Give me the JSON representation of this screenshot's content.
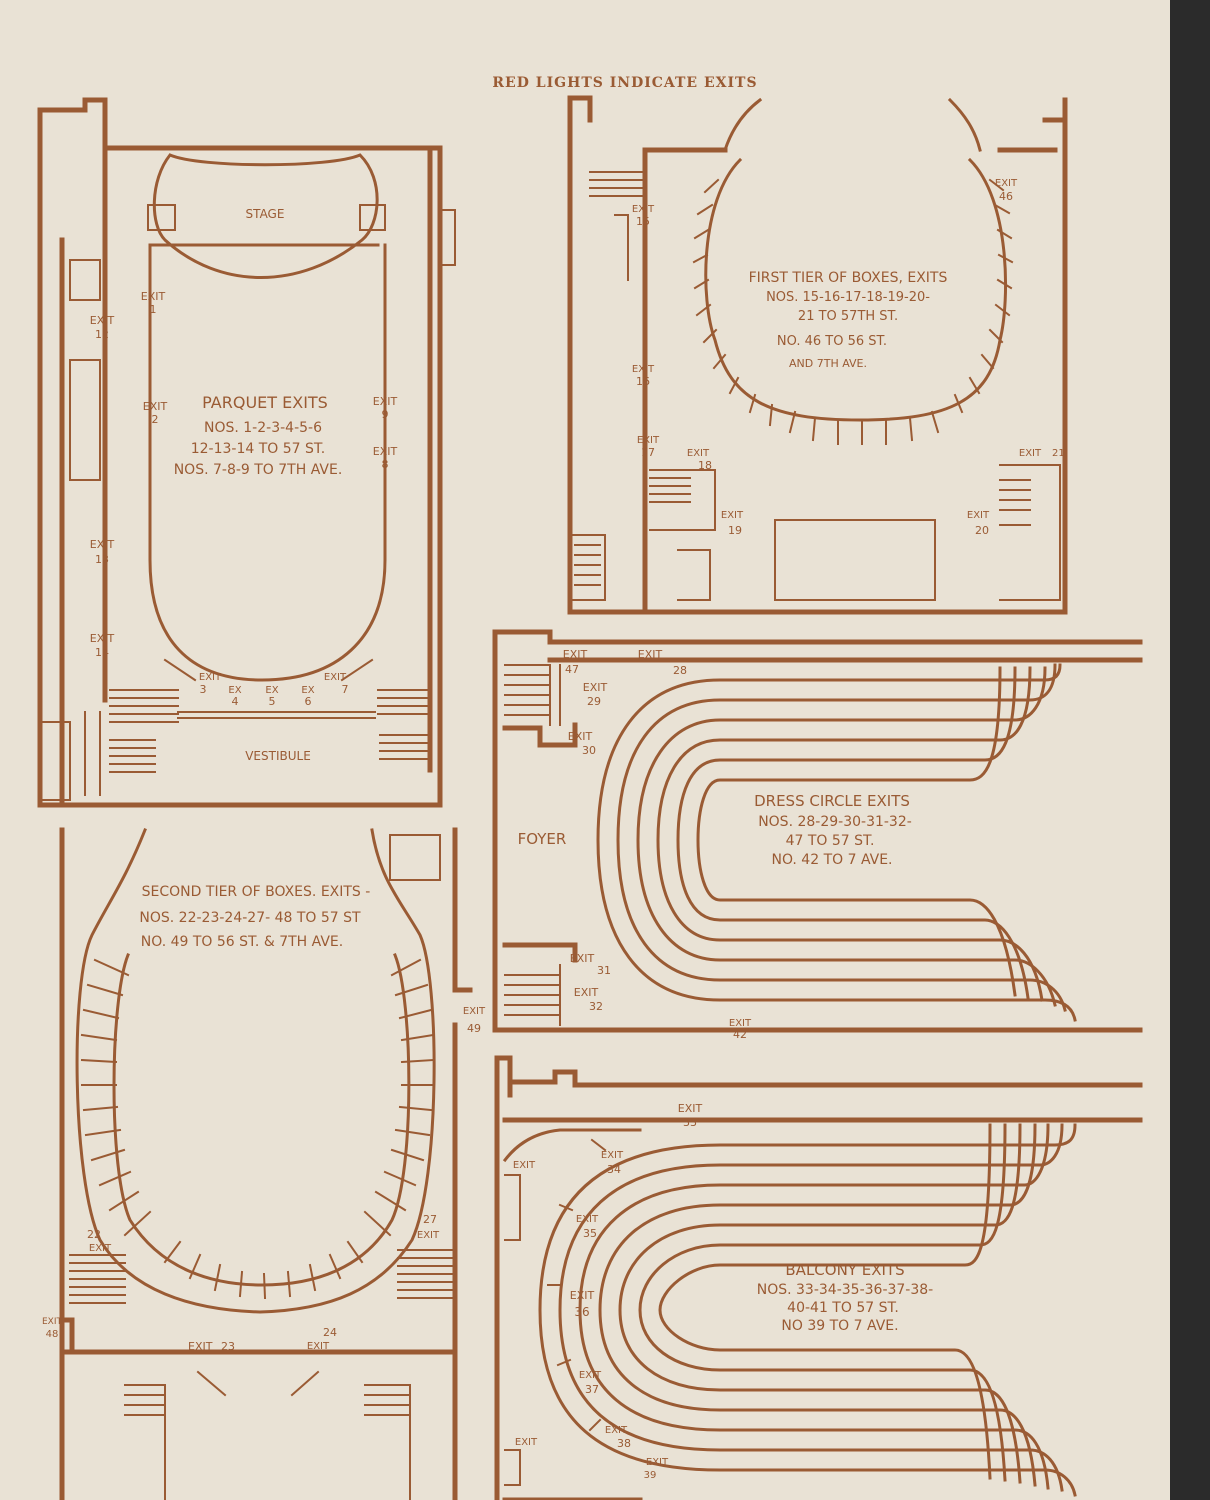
{
  "header": "RED LIGHTS INDICATE EXITS",
  "parquet": {
    "stage": "STAGE",
    "vestibule": "VESTIBULE",
    "title": "PARQUET EXITS",
    "line1": "NOS. 1-2-3-4-5-6",
    "line2": "12-13-14 TO 57 ST.",
    "line3": "NOS. 7-8-9 TO 7TH AVE.",
    "exit_word": "EXIT",
    "ex_word": "EX",
    "exits": [
      "1",
      "2",
      "3",
      "4",
      "5",
      "6",
      "7",
      "8",
      "9",
      "12",
      "13",
      "14"
    ]
  },
  "first_tier": {
    "title": "FIRST TIER OF BOXES, EXITS",
    "line1": "NOS. 15-16-17-18-19-20-",
    "line2": "21 TO 57TH ST.",
    "line3": "NO. 46 TO 56 ST.",
    "line4": "AND 7TH AVE.",
    "exits": [
      "15",
      "16",
      "17",
      "18",
      "19",
      "20",
      "21",
      "46"
    ]
  },
  "second_tier": {
    "title": "SECOND TIER OF BOXES. EXITS -",
    "line1": "NOS. 22-23-24-27- 48 TO 57 ST",
    "line2": "NO. 49 TO 56 ST. & 7TH AVE.",
    "exits": [
      "22",
      "23",
      "24",
      "27",
      "48",
      "49"
    ]
  },
  "dress_circle": {
    "foyer": "FOYER",
    "title": "DRESS CIRCLE EXITS",
    "line1": "NOS. 28-29-30-31-32-",
    "line2": "47 TO 57 ST.",
    "line3": "NO. 42 TO 7 AVE.",
    "exits": [
      "28",
      "29",
      "30",
      "31",
      "32",
      "42",
      "47"
    ]
  },
  "balcony": {
    "title": "BALCONY EXITS",
    "line1": "NOS. 33-34-35-36-37-38-",
    "line2": "40-41 TO 57 ST.",
    "line3": "NO 39 TO 7 AVE.",
    "exits": [
      "33",
      "34",
      "35",
      "36",
      "37",
      "38",
      "39"
    ]
  },
  "colors": {
    "ink": "#9a5b34",
    "paper": "#e9e2d5",
    "background": "#2b2b2b"
  }
}
